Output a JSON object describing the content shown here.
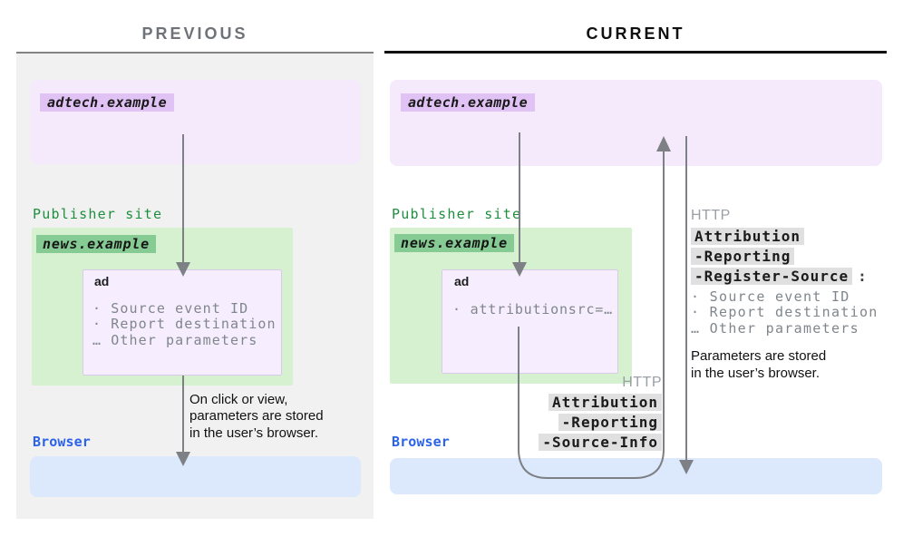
{
  "colors": {
    "panel_bg": "#f1f1f2",
    "adtech_box": "#f5eafc",
    "adtech_label_bg": "#e0c2f4",
    "publisher_green": "#1e8e3e",
    "green_box": "#d6f1d0",
    "news_label_bg": "#85cb93",
    "ad_box": "#f6eefe",
    "gray_text": "#80868b",
    "browser_box": "#dce8fb",
    "browser_blue": "#2b63e8",
    "arrow_gray": "#7d8084",
    "header_pill_bg": "#e0e0e0",
    "title_gray": "#6f7377"
  },
  "previous": {
    "title": "PREVIOUS",
    "adtech_label": "adtech.example",
    "publisher_label": "Publisher site",
    "news_label": "news.example",
    "ad_label": "ad",
    "ad_items": [
      "· Source event ID",
      "· Report destination",
      "… Other parameters"
    ],
    "note_lines": [
      "On click or view,",
      "parameters are stored",
      "in the user’s browser."
    ],
    "browser_label": "Browser"
  },
  "current": {
    "title": "CURRENT",
    "adtech_label": "adtech.example",
    "publisher_label": "Publisher site",
    "news_label": "news.example",
    "ad_label": "ad",
    "ad_items": [
      "· attributionsrc=…"
    ],
    "register_source": {
      "protocol": "HTTP",
      "header_lines": [
        "Attribution",
        "-Reporting",
        "-Register-Source"
      ],
      "colon": ":",
      "items": [
        "· Source event ID",
        "· Report destination",
        "… Other parameters"
      ],
      "note_lines": [
        "Parameters are stored",
        "in the user’s browser."
      ]
    },
    "source_info": {
      "protocol": "HTTP",
      "header_lines": [
        "Attribution",
        "-Reporting",
        "-Source-Info"
      ]
    },
    "browser_label": "Browser"
  }
}
